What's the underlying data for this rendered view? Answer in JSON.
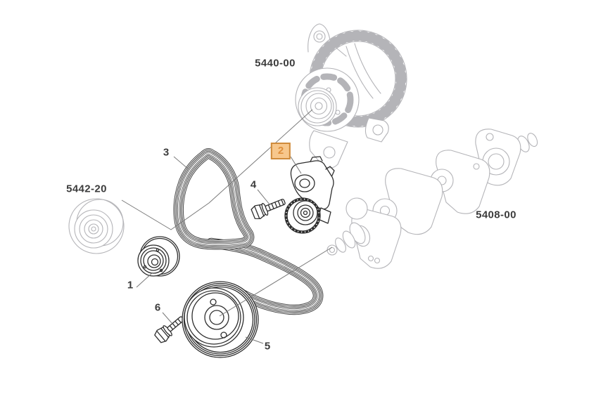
{
  "diagram": {
    "type": "exploded-parts-diagram",
    "background_color": "#ffffff",
    "ghost_line_color": "#b4b4b8",
    "part_line_color": "#2e2e2e",
    "leader_line_color": "#7a7a7a",
    "label_text_color": "#3c3c3c",
    "highlight_box": {
      "fill": "#f7c78c",
      "border": "#cf8b3b",
      "text_color": "#de8f3c"
    },
    "part_labels": [
      {
        "text": "5440-00"
      },
      {
        "text": "5442-20"
      },
      {
        "text": "5408-00"
      }
    ],
    "callouts": [
      {
        "num": "1",
        "highlighted": false
      },
      {
        "num": "2",
        "highlighted": true
      },
      {
        "num": "3",
        "highlighted": false
      },
      {
        "num": "4",
        "highlighted": false
      },
      {
        "num": "5",
        "highlighted": false
      },
      {
        "num": "6",
        "highlighted": false
      }
    ]
  }
}
